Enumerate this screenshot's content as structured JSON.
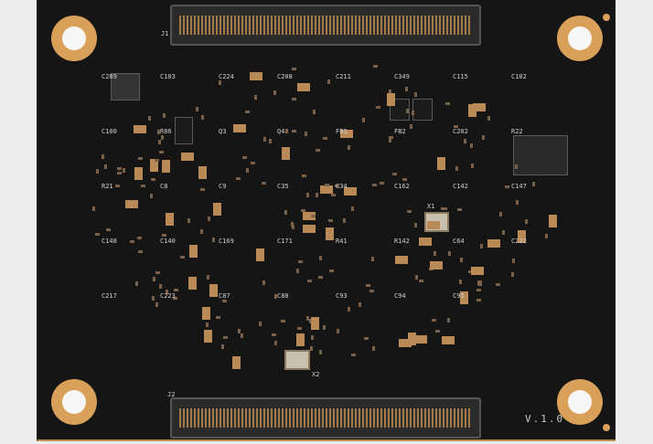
{
  "board": {
    "version_label": "V.1.0",
    "connectors": [
      {
        "label": "J1"
      },
      {
        "label": "J2"
      }
    ],
    "crystals": [
      {
        "label": "X1"
      },
      {
        "label": "X2"
      }
    ],
    "component_labels": [
      "C289",
      "C103",
      "C224",
      "C208",
      "C211",
      "C349",
      "C115",
      "C102",
      "C100",
      "R86",
      "Q3",
      "Q4",
      "FB3",
      "FB2",
      "C202",
      "R22",
      "R21",
      "C8",
      "C9",
      "C35",
      "C34",
      "C162",
      "C142",
      "C147",
      "C148",
      "C140",
      "C169",
      "C171",
      "R41",
      "R142",
      "C64",
      "C222",
      "C217",
      "C223",
      "C87",
      "C88",
      "C93",
      "C94",
      "C95"
    ],
    "colors": {
      "board": "#151515",
      "gold": "#d9a05a",
      "background": "#ededed"
    }
  }
}
